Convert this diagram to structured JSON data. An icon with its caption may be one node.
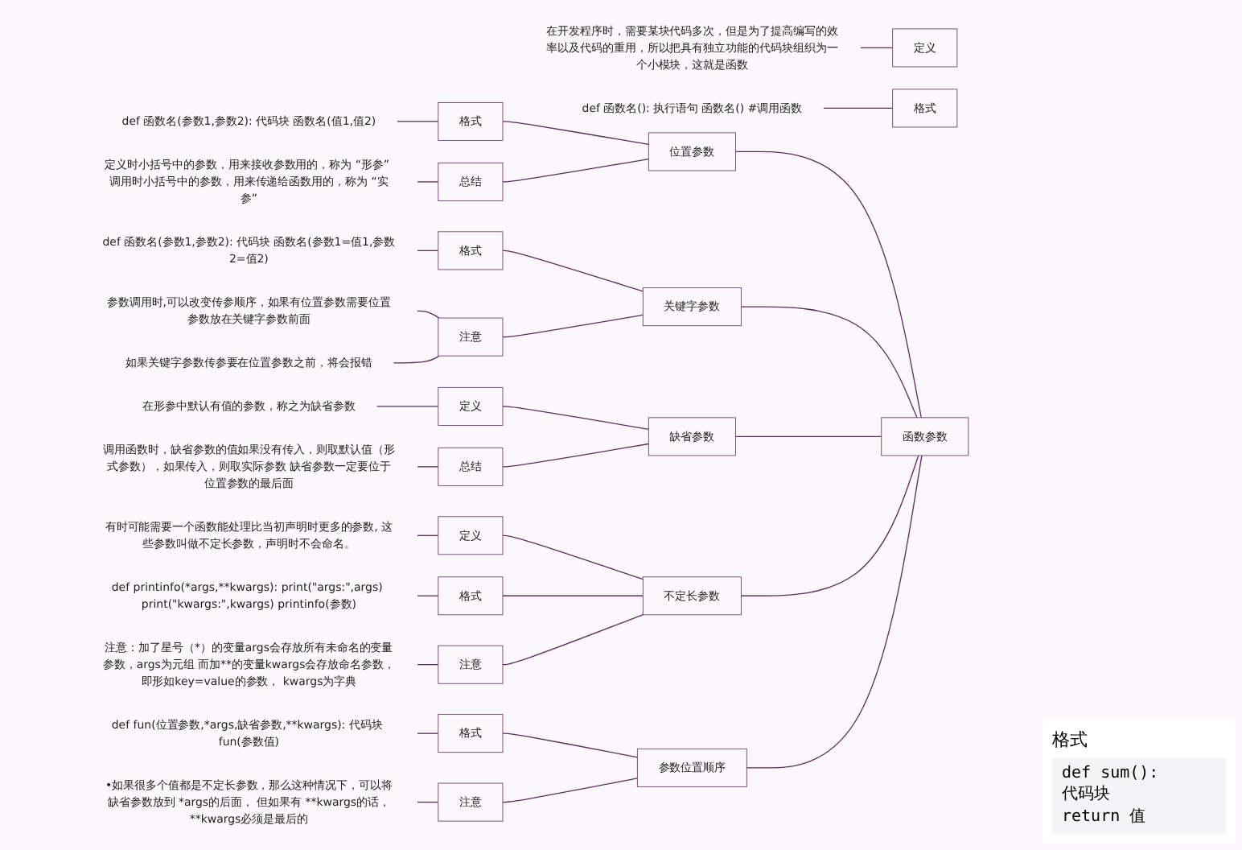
{
  "diagram": {
    "nodes": [
      {
        "text": [
          "定义"
        ]
      },
      {
        "text": [
          "在开发程序时，需要某块代码多次，但是为了提高编写的效率以及代码的重用，所以把具有独立功能的代码块组织为一个小模块，这就是函数"
        ]
      },
      {
        "text": [
          "格式"
        ]
      },
      {
        "text": [
          "def 函数名(): 执行语句 函数名() #调用函数"
        ]
      },
      {
        "text": [
          "函数参数"
        ]
      },
      {
        "text": [
          "位置参数"
        ]
      },
      {
        "text": [
          "格式"
        ]
      },
      {
        "text": [
          "def 函数名(参数1,参数2): 代码块 函数名(值1,值2)"
        ]
      },
      {
        "text": [
          "总结"
        ]
      },
      {
        "text": [
          "定义时小括号中的参数，用来接收参数用的，称为 “形参” 调用时小括号中的参数，用来传递给函数用的，称为 “实参”"
        ]
      },
      {
        "text": [
          "关键字参数"
        ]
      },
      {
        "text": [
          "格式"
        ]
      },
      {
        "text": [
          "def 函数名(参数1,参数2): 代码块 函数名(参数1=值1,参数2=值2)"
        ]
      },
      {
        "text": [
          "注意"
        ]
      },
      {
        "text": [
          "参数调用时,可以改变传参顺序，如果有位置参数需要位置参数放在关键字参数前面"
        ]
      },
      {
        "text": [
          "如果关键字参数传参要在位置参数之前，将会报错"
        ]
      },
      {
        "text": [
          "缺省参数"
        ]
      },
      {
        "text": [
          "定义"
        ]
      },
      {
        "text": [
          "在形参中默认有值的参数，称之为缺省参数"
        ]
      },
      {
        "text": [
          "总结"
        ]
      },
      {
        "text": [
          "调用函数时，缺省参数的值如果没有传入，则取默认值（形式参数），如果传入，则取实际参数 缺省参数一定要位于位置参数的最后面"
        ]
      },
      {
        "text": [
          "不定长参数"
        ]
      },
      {
        "text": [
          "定义"
        ]
      },
      {
        "text": [
          "有时可能需要一个函数能处理比当初声明时更多的参数, 这些参数叫做不定长参数，声明时不会命名。"
        ]
      },
      {
        "text": [
          "格式"
        ]
      },
      {
        "text": [
          "def printinfo(*args,**kwargs): print(\"args:\",args) print(\"kwargs:\",kwargs) printinfo(参数)"
        ]
      },
      {
        "text": [
          "注意"
        ]
      },
      {
        "text": [
          "注意：加了星号（*）的变量args会存放所有未命名的变量参数，args为元组 而加**的变量kwargs会存放命名参数，即形如key=value的参数， kwargs为字典"
        ]
      },
      {
        "text": [
          "参数位置顺序"
        ]
      },
      {
        "text": [
          "格式"
        ]
      },
      {
        "text": [
          "def fun(位置参数,*args,缺省参数,**kwargs): 代码块 fun(参数值)"
        ]
      },
      {
        "text": [
          "注意"
        ]
      },
      {
        "text": [
          "•如果很多个值都是不定长参数，那么这种情况下，可以将缺省参数放到 *args的后面， 但如果有 **kwargs的话，**kwargs必须是最后的"
        ]
      }
    ],
    "edges": [
      {
        "from": 0,
        "to": 1,
        "arrow": "none"
      },
      {
        "from": 2,
        "to": 3,
        "arrow": "none"
      },
      {
        "from": 4,
        "to": 5,
        "arrow": "none"
      },
      {
        "from": 5,
        "to": 6,
        "arrow": "none"
      },
      {
        "from": 6,
        "to": 7,
        "arrow": "none"
      },
      {
        "from": 5,
        "to": 8,
        "arrow": "none"
      },
      {
        "from": 8,
        "to": 9,
        "arrow": "none"
      },
      {
        "from": 4,
        "to": 10,
        "arrow": "none"
      },
      {
        "from": 10,
        "to": 11,
        "arrow": "none"
      },
      {
        "from": 11,
        "to": 12,
        "arrow": "none"
      },
      {
        "from": 10,
        "to": 13,
        "arrow": "none"
      },
      {
        "from": 13,
        "to": 14,
        "arrow": "none"
      },
      {
        "from": 13,
        "to": 15,
        "arrow": "none"
      },
      {
        "from": 4,
        "to": 16,
        "arrow": "none"
      },
      {
        "from": 16,
        "to": 17,
        "arrow": "none"
      },
      {
        "from": 17,
        "to": 18,
        "arrow": "none"
      },
      {
        "from": 16,
        "to": 19,
        "arrow": "none"
      },
      {
        "from": 19,
        "to": 20,
        "arrow": "none"
      },
      {
        "from": 4,
        "to": 21,
        "arrow": "none"
      },
      {
        "from": 21,
        "to": 22,
        "arrow": "none"
      },
      {
        "from": 22,
        "to": 23,
        "arrow": "none"
      },
      {
        "from": 21,
        "to": 24,
        "arrow": "none"
      },
      {
        "from": 24,
        "to": 25,
        "arrow": "none"
      },
      {
        "from": 21,
        "to": 26,
        "arrow": "none"
      },
      {
        "from": 26,
        "to": 27,
        "arrow": "none"
      },
      {
        "from": 4,
        "to": 28,
        "arrow": "none"
      },
      {
        "from": 28,
        "to": 29,
        "arrow": "none"
      },
      {
        "from": 29,
        "to": 30,
        "arrow": "none"
      },
      {
        "from": 28,
        "to": 31,
        "arrow": "none"
      },
      {
        "from": 31,
        "to": 32,
        "arrow": "none"
      }
    ],
    "labels": [
      "格式",
      "def sum():",
      "代码块",
      "return 值"
    ]
  }
}
